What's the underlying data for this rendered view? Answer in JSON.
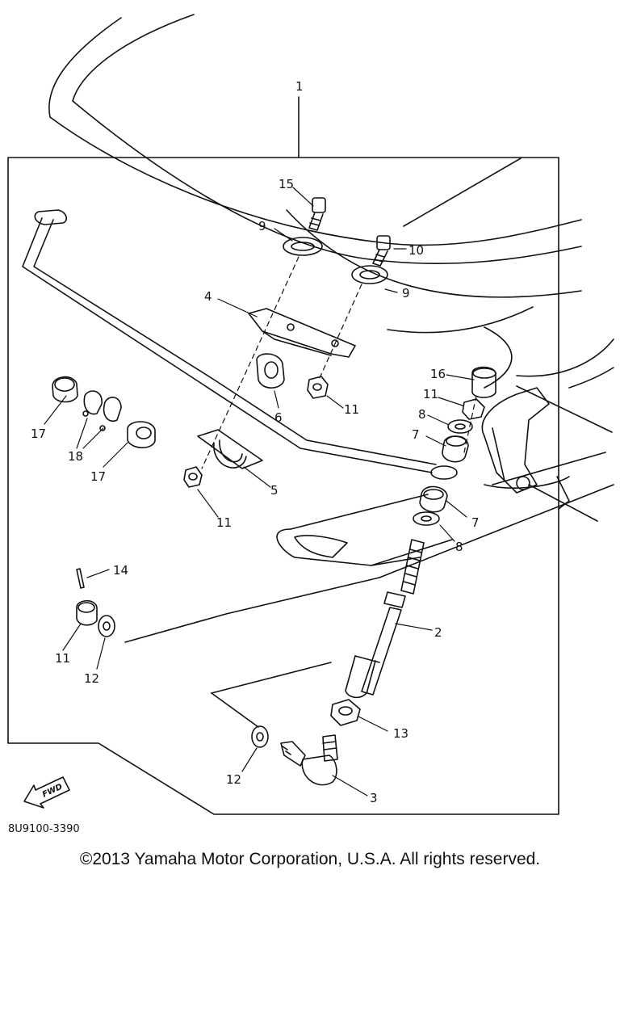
{
  "diagram": {
    "callouts": {
      "c1": "1",
      "c2": "2",
      "c3": "3",
      "c4": "4",
      "c5": "5",
      "c6": "6",
      "c7a": "7",
      "c7b": "7",
      "c8a": "8",
      "c8b": "8",
      "c9a": "9",
      "c9b": "9",
      "c10": "10",
      "c11a": "11",
      "c11b": "11",
      "c11c": "11",
      "c11d": "11",
      "c12a": "12",
      "c12b": "12",
      "c13": "13",
      "c14": "14",
      "c15": "15",
      "c16": "16",
      "c17a": "17",
      "c17b": "17",
      "c18": "18"
    },
    "fwd_label": "FWD",
    "drawing_code": "8U9100-3390"
  },
  "footer": {
    "copyright": "©2013 Yamaha Motor Corporation, U.S.A. All rights reserved."
  }
}
